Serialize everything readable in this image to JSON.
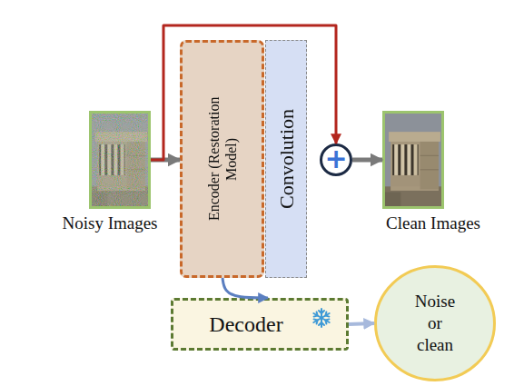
{
  "diagram": {
    "nodes": [
      {
        "text": [
          "Noisy Images"
        ]
      },
      {
        "text": [
          "Encoder (Restoration Model)"
        ]
      },
      {
        "text": [
          "Convolution"
        ]
      },
      {
        "text": [
          "+"
        ]
      },
      {
        "text": [
          "Clean Images"
        ]
      },
      {
        "text": [
          "Decoder"
        ]
      },
      {
        "text": [
          "Noise or clean"
        ]
      }
    ],
    "edges": [
      {
        "from": 0,
        "to": 1,
        "arrow": "to"
      },
      {
        "from": 0,
        "to": 3,
        "arrow": "to"
      },
      {
        "from": 3,
        "to": 4,
        "arrow": "to"
      },
      {
        "from": 1,
        "to": 5,
        "arrow": "to"
      },
      {
        "from": 5,
        "to": 6,
        "arrow": "to"
      }
    ]
  }
}
